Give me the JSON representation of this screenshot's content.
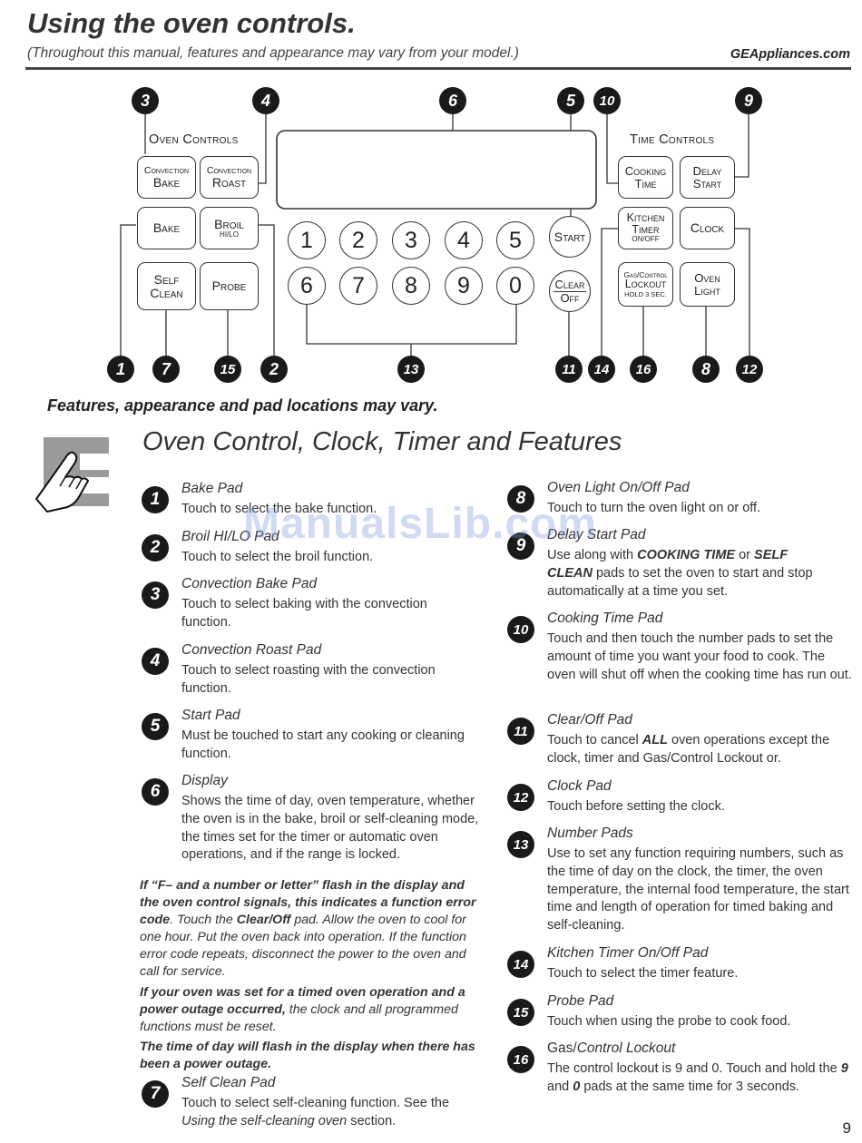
{
  "header": {
    "title": "Using the oven controls.",
    "subtitle": "(Throughout this manual, features and appearance may vary from your model.)",
    "website": "GEAppliances.com"
  },
  "panel": {
    "oven_controls_label": "Oven Controls",
    "time_controls_label": "Time Controls",
    "pads": {
      "convection_bake": [
        "Convection",
        "Bake"
      ],
      "convection_roast": [
        "Convection",
        "Roast"
      ],
      "bake": "Bake",
      "broil": [
        "Broil",
        "HI/LO"
      ],
      "self_clean": [
        "Self",
        "Clean"
      ],
      "probe": "Probe",
      "start": "Start",
      "clear_off": [
        "Clear",
        "Off"
      ],
      "cooking_time": [
        "Cooking",
        "Time"
      ],
      "delay_start": [
        "Delay",
        "Start"
      ],
      "kitchen_timer": [
        "Kitchen",
        "Timer",
        "ON/OFF"
      ],
      "clock": "Clock",
      "lockout": [
        "Gas/Control",
        "Lockout",
        "HOLD 3 SEC."
      ],
      "oven_light": [
        "Oven",
        "Light"
      ]
    },
    "number_pads": [
      "1",
      "2",
      "3",
      "4",
      "5",
      "6",
      "7",
      "8",
      "9",
      "0"
    ],
    "callouts_top": [
      "3",
      "4",
      "6",
      "5",
      "10",
      "9"
    ],
    "callouts_bottom": [
      "1",
      "7",
      "15",
      "2",
      "13",
      "11",
      "14",
      "16",
      "8",
      "12"
    ]
  },
  "features_note": "Features, appearance and pad locations may vary.",
  "section_title": "Oven Control, Clock, Timer and Features",
  "watermark": "ManualsLib.com",
  "items_left": [
    {
      "num": "1",
      "title": "Bake Pad",
      "desc": "Touch to select the bake function."
    },
    {
      "num": "2",
      "title": "Broil HI/LO Pad",
      "desc": "Touch to select the broil function."
    },
    {
      "num": "3",
      "title": "Convection Bake Pad",
      "desc": "Touch to select baking with the convection function."
    },
    {
      "num": "4",
      "title": "Convection Roast Pad",
      "desc": "Touch to select roasting with the convection function."
    },
    {
      "num": "5",
      "title": "Start Pad",
      "desc": "Must be touched to start any cooking or cleaning function."
    },
    {
      "num": "6",
      "title": "Display",
      "desc": "Shows the time of day, oven temperature, whether the oven is in the bake, broil or self-cleaning mode, the times set for the timer or automatic oven operations, and if the range is locked."
    }
  ],
  "warnings": {
    "w1_bold": "If “F– and a number or letter” flash in the display and the oven control signals, this indicates a function error code",
    "w1_a": ". Touch the ",
    "w1_bold2": "Clear/Off",
    "w1_b": " pad. Allow the oven to cool for one hour. Put the oven back into operation. If the function error code repeats, disconnect the power to the oven and call for service.",
    "w2_bold": "If your oven was set for a timed oven operation and a power outage occurred,",
    "w2_rest": " the clock and all programmed functions must be reset.",
    "w3_bold": "The time of day will flash in the display when there has been a power outage."
  },
  "item7": {
    "num": "7",
    "title": "Self Clean Pad",
    "desc_a": "Touch to select self-cleaning function. See the ",
    "desc_em": "Using the self-cleaning oven",
    "desc_b": " section."
  },
  "items_right": [
    {
      "num": "8",
      "title": "Oven Light On/Off Pad",
      "desc": "Touch to turn the oven light on or off."
    },
    {
      "num": "9",
      "title": "Delay Start Pad",
      "desc_parts": [
        "Use along with ",
        "COOKING TIME",
        " or ",
        "SELF CLEAN",
        " pads to set the oven to start and stop automatically at a time you set."
      ]
    },
    {
      "num": "10",
      "title": "Cooking Time Pad",
      "desc": "Touch and then touch the number pads to set the amount of time you want your food to cook. The oven will shut off when the cooking time has run out."
    },
    {
      "num": "11",
      "title": "Clear/Off Pad",
      "desc_parts": [
        "Touch to cancel ",
        "ALL",
        " oven operations except the clock, timer and Gas/Control Lockout or."
      ]
    },
    {
      "num": "12",
      "title": "Clock Pad",
      "desc": "Touch before setting the clock."
    },
    {
      "num": "13",
      "title": "Number Pads",
      "desc": "Use to set any function requiring numbers, such as the time of day on the clock, the timer, the oven temperature, the internal food temperature, the start time and length of operation for timed baking and self-cleaning."
    },
    {
      "num": "14",
      "title": "Kitchen Timer On/Off Pad",
      "desc": "Touch to select the timer feature."
    },
    {
      "num": "15",
      "title": "Probe Pad",
      "desc": "Touch when using the probe to cook food."
    },
    {
      "num": "16",
      "title_a": "Gas/",
      "title_b": "Control Lockout",
      "desc_parts": [
        "The control lockout is 9 and 0. Touch and hold the ",
        "9",
        " and ",
        "0",
        " pads at the same time for 3 seconds."
      ]
    }
  ],
  "page_number": "9"
}
